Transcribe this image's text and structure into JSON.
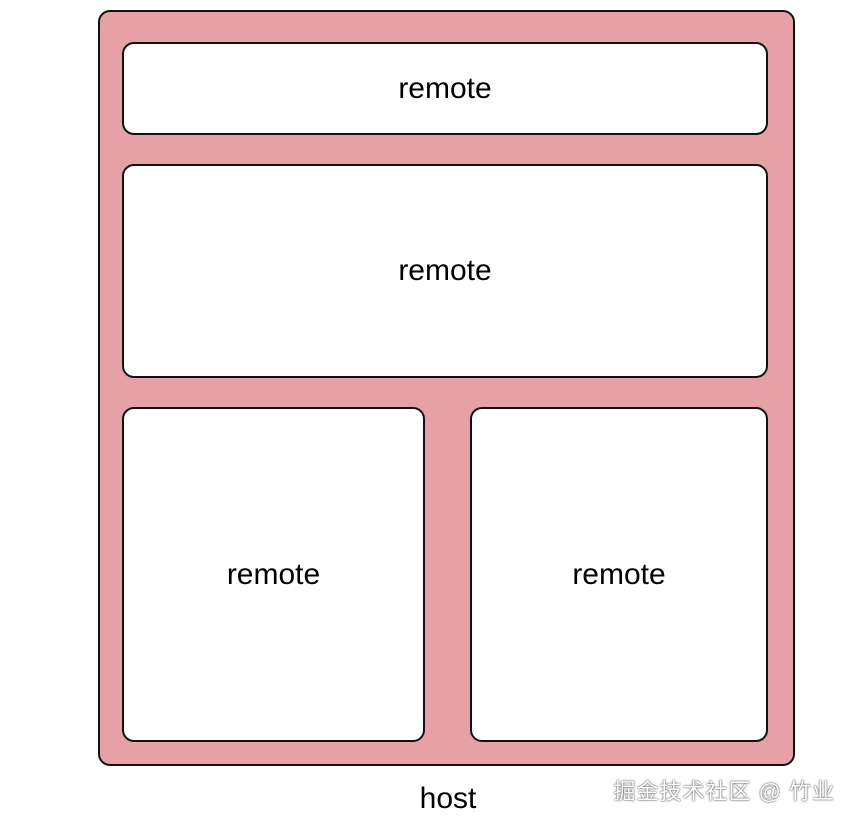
{
  "host": {
    "label": "host",
    "fill_color": "#e5a1a5"
  },
  "remotes": [
    {
      "label": "remote"
    },
    {
      "label": "remote"
    },
    {
      "label": "remote"
    },
    {
      "label": "remote"
    }
  ],
  "watermark": "掘金技术社区 @ 竹业"
}
